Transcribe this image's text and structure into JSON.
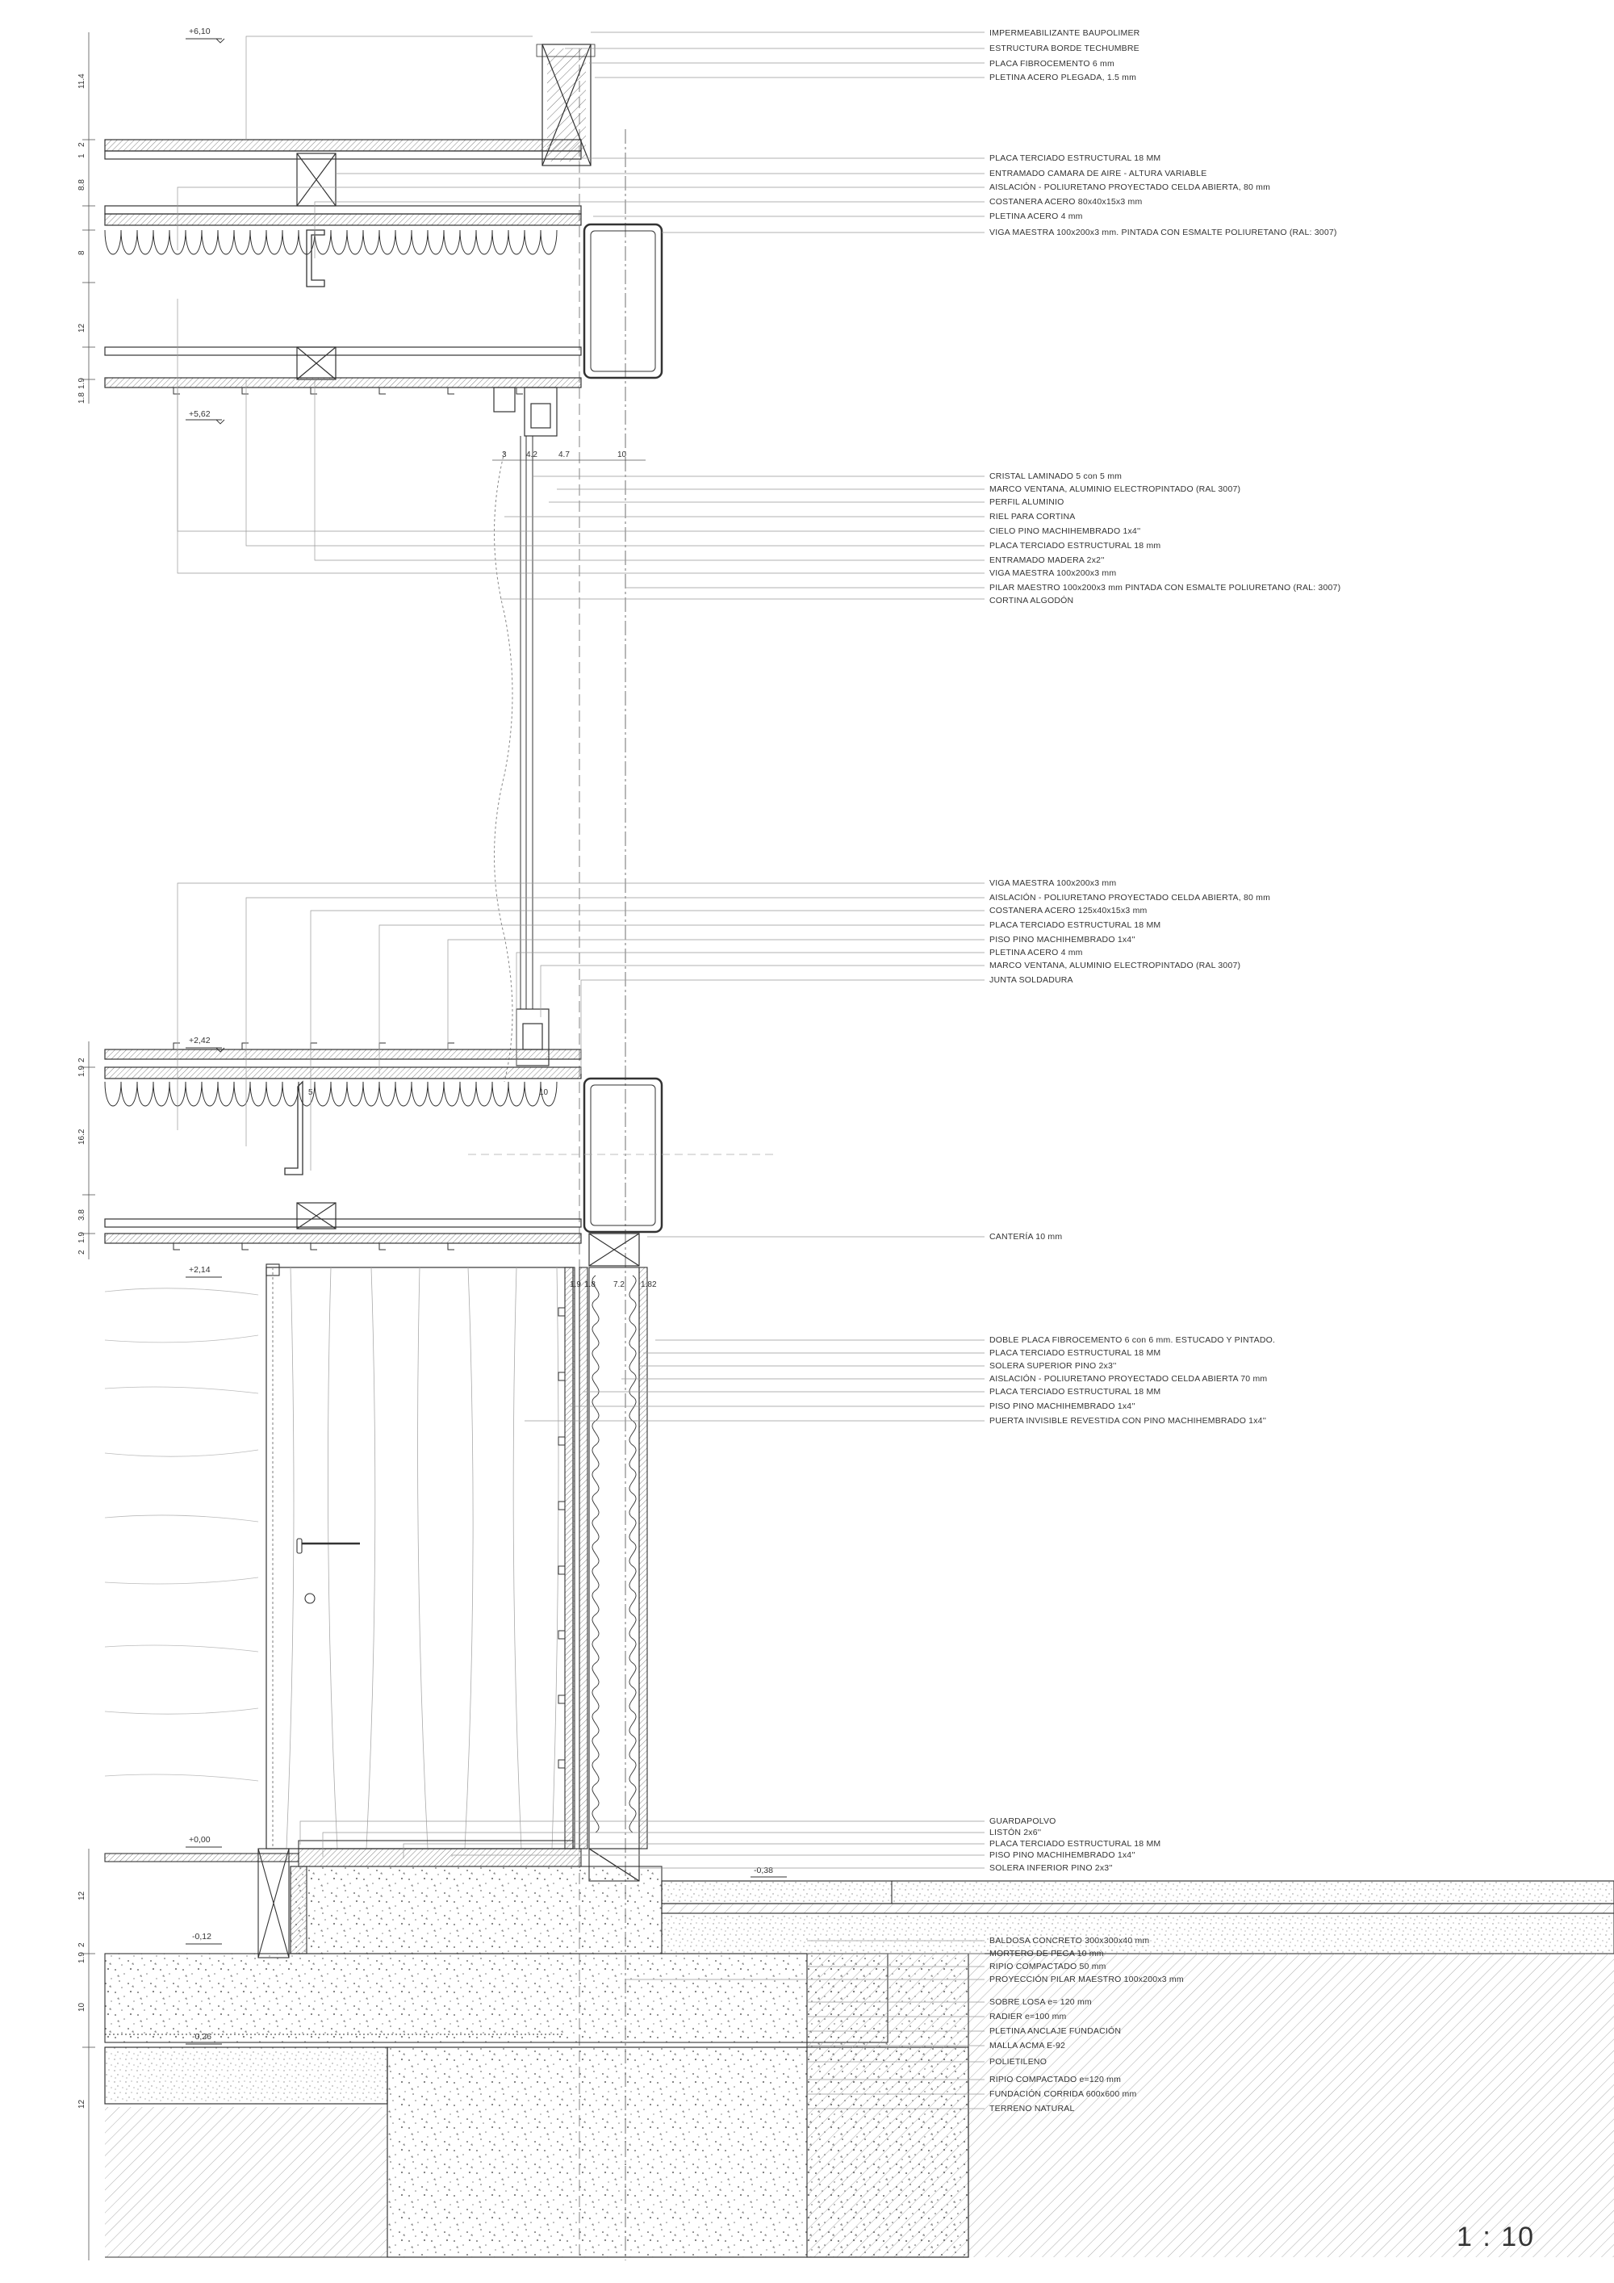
{
  "scale": "1 : 10",
  "levels": [
    "+6,10",
    "+5,62",
    "+2,42",
    "+2,14",
    "+0,00",
    "-0,12",
    "-0,26",
    "-0,38"
  ],
  "dimensions": {
    "left_top": [
      "11.4",
      "2",
      "1",
      "8.8",
      "8",
      "12",
      "1.9",
      "1.8"
    ],
    "left_mid": [
      "2",
      "1.9",
      "16.2",
      "3.8",
      "1.9",
      "2"
    ],
    "left_bot": [
      "12",
      "2",
      "1.9",
      "10",
      "12"
    ],
    "window_top": [
      "3",
      "4.2",
      "4.7",
      "10"
    ],
    "window_mid": [
      "5",
      "10"
    ],
    "wall": [
      "1.9",
      "1.8",
      "7.2",
      "1.8",
      "2"
    ]
  },
  "labels": {
    "roof": [
      "IMPERMEABILIZANTE BAUPOLIMER",
      "ESTRUCTURA BORDE TECHUMBRE",
      "PLACA FIBROCEMENTO 6 mm",
      "PLETINA ACERO PLEGADA, 1.5 mm"
    ],
    "roof2": [
      "PLACA TERCIADO ESTRUCTURAL 18 MM",
      "ENTRAMADO CAMARA DE AIRE - ALTURA VARIABLE",
      "AISLACIÓN - POLIURETANO PROYECTADO CELDA ABIERTA, 80 mm",
      "COSTANERA ACERO 80x40x15x3 mm",
      "PLETINA ACERO 4 mm",
      "VIGA MAESTRA 100x200x3 mm. PINTADA CON ESMALTE POLIURETANO (RAL: 3007)"
    ],
    "window": [
      "CRISTAL LAMINADO 5 con 5 mm",
      "MARCO VENTANA, ALUMINIO ELECTROPINTADO (RAL 3007)",
      "PERFIL ALUMINIO",
      "RIEL PARA CORTINA",
      "CIELO PINO MACHIHEMBRADO 1x4''",
      "PLACA TERCIADO ESTRUCTURAL 18 mm",
      "ENTRAMADO MADERA 2x2''",
      "VIGA MAESTRA 100x200x3 mm",
      "PILAR MAESTRO 100x200x3 mm PINTADA CON ESMALTE POLIURETANO (RAL: 3007)",
      "CORTINA ALGODÓN"
    ],
    "floor": [
      "VIGA MAESTRA 100x200x3 mm",
      "AISLACIÓN - POLIURETANO PROYECTADO CELDA ABIERTA, 80 mm",
      "COSTANERA ACERO 125x40x15x3 mm",
      "PLACA TERCIADO ESTRUCTURAL 18 MM",
      "PISO PINO MACHIHEMBRADO 1x4''",
      "PLETINA ACERO 4 mm",
      "MARCO VENTANA, ALUMINIO ELECTROPINTADO (RAL 3007)",
      "JUNTA SOLDADURA"
    ],
    "canteria": [
      "CANTERÍA 10 mm"
    ],
    "wall": [
      "DOBLE PLACA FIBROCEMENTO 6 con 6 mm. ESTUCADO Y PINTADO.",
      "PLACA TERCIADO ESTRUCTURAL 18 MM",
      "SOLERA SUPERIOR PINO 2x3''",
      "AISLACIÓN - POLIURETANO PROYECTADO CELDA ABIERTA 70 mm",
      "PLACA TERCIADO ESTRUCTURAL 18 MM",
      "PISO PINO MACHIHEMBRADO 1x4''",
      "PUERTA INVISIBLE REVESTIDA CON PINO MACHIHEMBRADO 1x4''"
    ],
    "base": [
      "GUARDAPOLVO",
      "LISTÓN 2x6''",
      "PLACA TERCIADO ESTRUCTURAL 18 MM",
      "PISO PINO MACHIHEMBRADO 1x4''",
      "SOLERA INFERIOR PINO 2x3''"
    ],
    "ground1": [
      "BALDOSA CONCRETO 300x300x40 mm",
      "MORTERO DE PEGA 10 mm",
      "RIPIO COMPACTADO 50 mm",
      "PROYECCIÓN PILAR MAESTRO 100x200x3 mm"
    ],
    "ground2": [
      "SOBRE LOSA e= 120 mm",
      "RADIER e=100 mm",
      "PLETINA ANCLAJE FUNDACIÓN",
      "MALLA ACMA E-92",
      "POLIETILENO",
      "RIPIO COMPACTADO e=120 mm",
      "FUNDACIÓN CORRIDA 600x600 mm",
      "TERRENO NATURAL"
    ]
  },
  "colors": {
    "line": "#333333",
    "hatch": "#666666",
    "leader": "#999999"
  }
}
